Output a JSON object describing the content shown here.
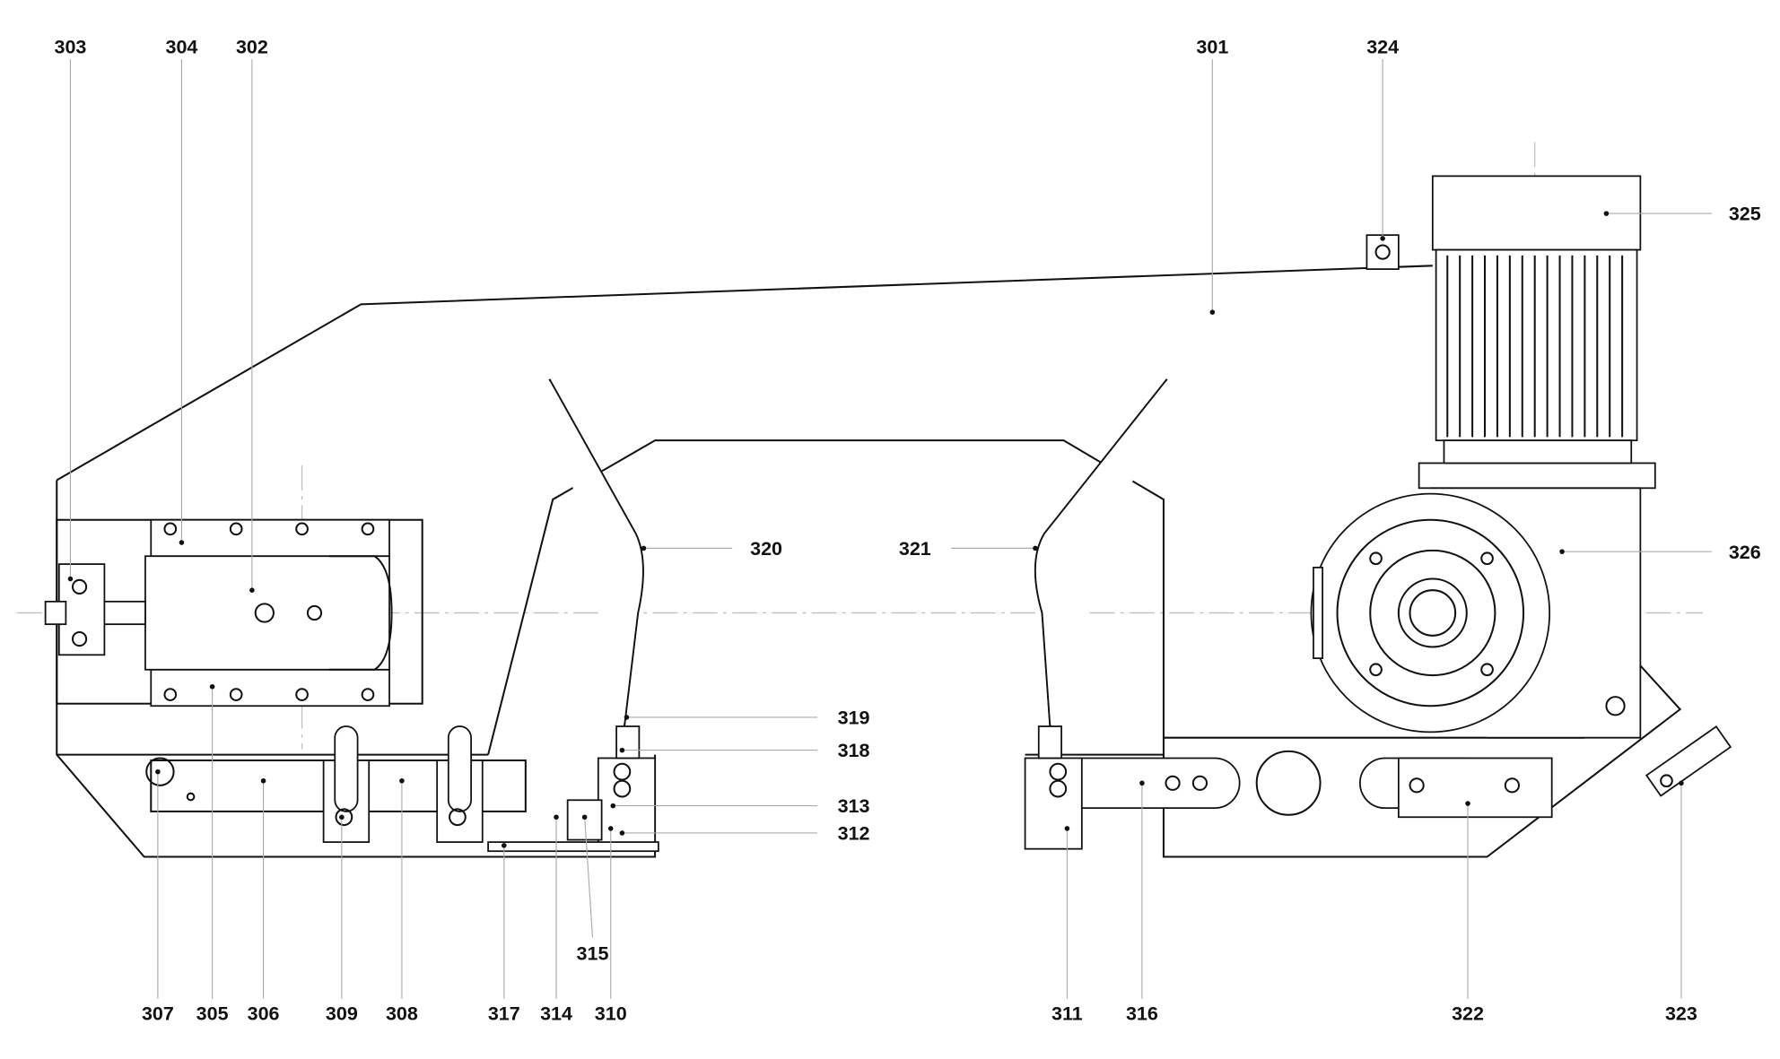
{
  "diagram": {
    "labels": [
      "303",
      "304",
      "302",
      "301",
      "324",
      "325",
      "326",
      "320",
      "321",
      "319",
      "318",
      "313",
      "312",
      "315",
      "307",
      "305",
      "306",
      "309",
      "308",
      "317",
      "314",
      "310",
      "311",
      "316",
      "322",
      "323"
    ]
  }
}
